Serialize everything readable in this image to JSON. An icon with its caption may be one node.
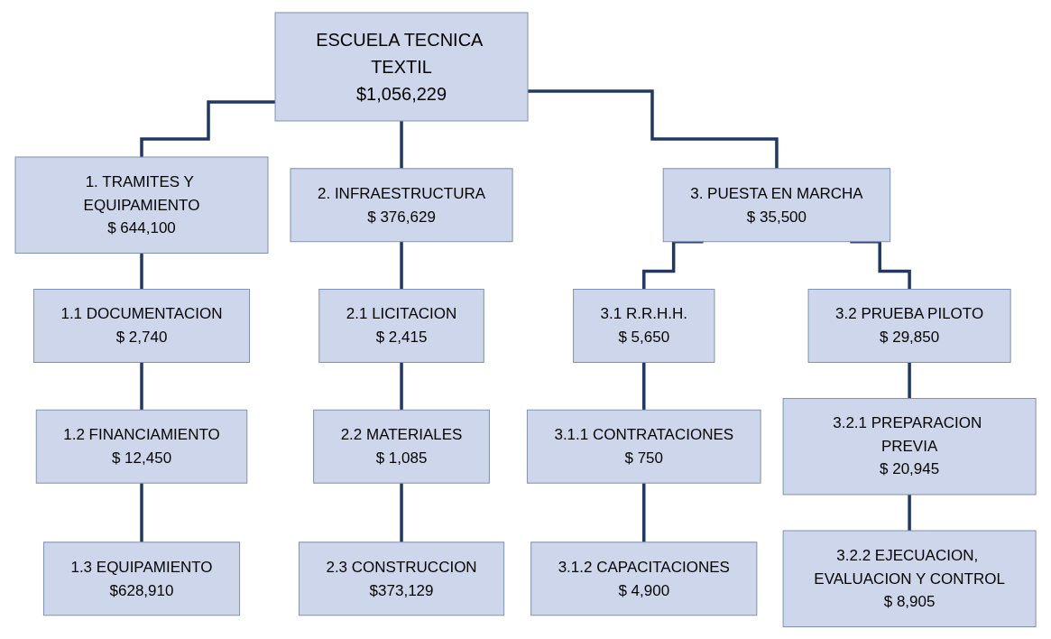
{
  "diagram": {
    "nodes": [
      {
        "text": [
          "ESCUELA TECNICA TEXTIL",
          "$1,056,229"
        ]
      },
      {
        "text": [
          "1. TRAMITES Y EQUIPAMIENTO",
          "$ 644,100"
        ]
      },
      {
        "text": [
          "2. INFRAESTRUCTURA",
          "$ 376,629"
        ]
      },
      {
        "text": [
          "3. PUESTA EN MARCHA",
          "$ 35,500"
        ]
      },
      {
        "text": [
          "1.1 DOCUMENTACION",
          "$ 2,740"
        ]
      },
      {
        "text": [
          "1.2 FINANCIAMIENTO",
          "$ 12,450"
        ]
      },
      {
        "text": [
          "1.3 EQUIPAMIENTO",
          "$628,910"
        ]
      },
      {
        "text": [
          "2.1 LICITACION",
          "$ 2,415"
        ]
      },
      {
        "text": [
          "2.2 MATERIALES",
          "$ 1,085"
        ]
      },
      {
        "text": [
          "2.3 CONSTRUCCION",
          "$373,129"
        ]
      },
      {
        "text": [
          "3.1 R.R.H.H.",
          "$ 5,650"
        ]
      },
      {
        "text": [
          "3.1.1 CONTRATACIONES",
          "$ 750"
        ]
      },
      {
        "text": [
          "3.1.2 CAPACITACIONES",
          "$ 4,900"
        ]
      },
      {
        "text": [
          "3.2 PRUEBA PILOTO",
          "$ 29,850"
        ]
      },
      {
        "text": [
          "3.2.1 PREPARACION PREVIA",
          "$ 20,945"
        ]
      },
      {
        "text": [
          "3.2.2 EJECUACION, EVALUACION Y CONTROL",
          "$ 8,905"
        ]
      }
    ],
    "edges": [
      {
        "from": 0,
        "to": 1,
        "arrow": "none"
      },
      {
        "from": 0,
        "to": 2,
        "arrow": "none"
      },
      {
        "from": 0,
        "to": 3,
        "arrow": "none"
      },
      {
        "from": 1,
        "to": 4,
        "arrow": "none"
      },
      {
        "from": 4,
        "to": 5,
        "arrow": "none"
      },
      {
        "from": 5,
        "to": 6,
        "arrow": "none"
      },
      {
        "from": 2,
        "to": 7,
        "arrow": "none"
      },
      {
        "from": 7,
        "to": 8,
        "arrow": "none"
      },
      {
        "from": 8,
        "to": 9,
        "arrow": "none"
      },
      {
        "from": 3,
        "to": 10,
        "arrow": "none"
      },
      {
        "from": 3,
        "to": 13,
        "arrow": "none"
      },
      {
        "from": 10,
        "to": 11,
        "arrow": "none"
      },
      {
        "from": 11,
        "to": 12,
        "arrow": "none"
      },
      {
        "from": 13,
        "to": 14,
        "arrow": "none"
      },
      {
        "from": 14,
        "to": 15,
        "arrow": "none"
      }
    ]
  }
}
